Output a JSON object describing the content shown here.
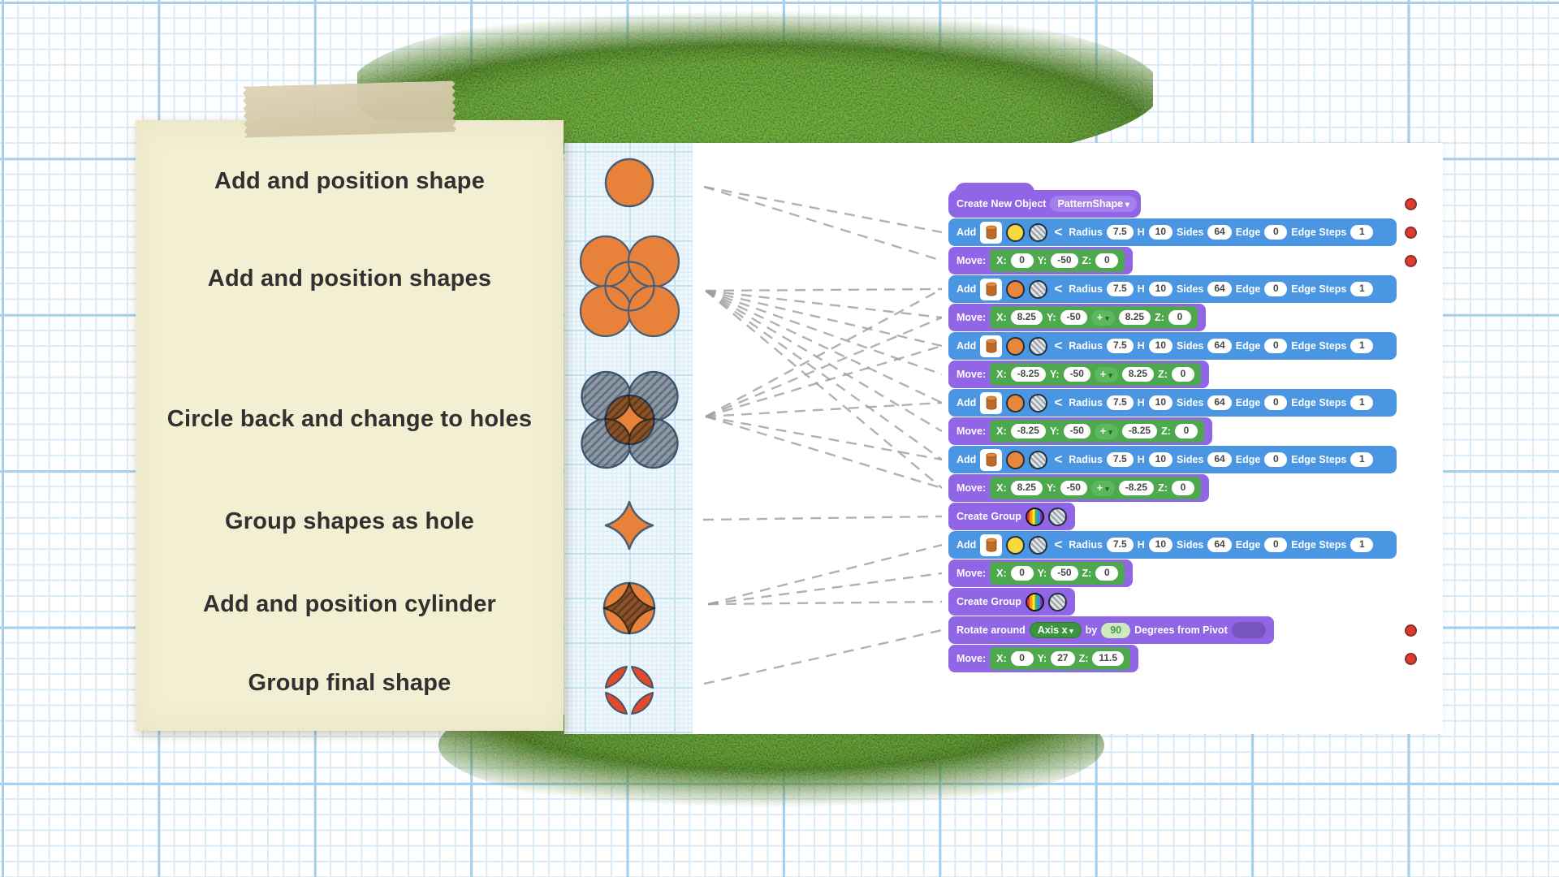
{
  "note": {
    "labels": [
      "Add and position shape",
      "Add and position shapes",
      "Circle back and change to holes",
      "Group shapes as hole",
      "Add and position cylinder",
      "Group final shape"
    ]
  },
  "shapes": [
    {
      "name": "single-orange-circle"
    },
    {
      "name": "four-overlapping-orange-circles-with-center-circle"
    },
    {
      "name": "four-gray-hole-circles-over-orange-circle"
    },
    {
      "name": "orange-four-point-star"
    },
    {
      "name": "orange-circle-with-star-hole"
    },
    {
      "name": "final-four-petal-shape"
    }
  ],
  "blocks": {
    "hat": {
      "label": "Create New Object",
      "dropdown": "PatternShape"
    },
    "add": {
      "label": "Add",
      "chevron": "<",
      "params": [
        [
          "Radius",
          "7.5"
        ],
        [
          "H",
          "10"
        ],
        [
          "Sides",
          "64"
        ],
        [
          "Edge",
          "0"
        ],
        [
          "Edge Steps",
          "1"
        ]
      ]
    },
    "move": {
      "label": "Move:",
      "axes": [
        "X:",
        "Y:",
        "Z:"
      ],
      "plus": "+"
    },
    "group": {
      "label": "Create Group"
    },
    "rotate": {
      "prefix": "Rotate around",
      "axis": "Axis x",
      "by": "by",
      "degrees": "90",
      "suffix": "Degrees from Pivot"
    },
    "rows": [
      {
        "type": "hat",
        "dot": true
      },
      {
        "type": "add",
        "circle": "yellow",
        "dot": true
      },
      {
        "type": "move",
        "x": "0",
        "y": "-50",
        "z": "0",
        "dot": true
      },
      {
        "type": "add",
        "circle": "orange"
      },
      {
        "type": "move",
        "x": "8.25",
        "y": "-50",
        "plus": "8.25",
        "z": "0"
      },
      {
        "type": "add",
        "circle": "orange"
      },
      {
        "type": "move",
        "x": "-8.25",
        "y": "-50",
        "plus": "8.25",
        "z": "0"
      },
      {
        "type": "add",
        "circle": "orange"
      },
      {
        "type": "move",
        "x": "-8.25",
        "y": "-50",
        "plus": "-8.25",
        "z": "0"
      },
      {
        "type": "add",
        "circle": "orange"
      },
      {
        "type": "move",
        "x": "8.25",
        "y": "-50",
        "plus": "-8.25",
        "z": "0"
      },
      {
        "type": "group"
      },
      {
        "type": "add",
        "circle": "yellow"
      },
      {
        "type": "move",
        "x": "0",
        "y": "-50",
        "z": "0"
      },
      {
        "type": "group"
      },
      {
        "type": "rotate",
        "dot": true
      },
      {
        "type": "move",
        "x": "0",
        "y": "27",
        "z": "11.5",
        "dot": true
      }
    ]
  },
  "connectors": [
    {
      "shape": 1,
      "rows": [
        2,
        3
      ]
    },
    {
      "shape": 2,
      "rows": [
        4,
        5,
        6,
        7,
        8,
        9,
        10,
        11
      ]
    },
    {
      "shape": 3,
      "rows": [
        4,
        5,
        6,
        8,
        10,
        11
      ]
    },
    {
      "shape": 4,
      "rows": [
        12
      ]
    },
    {
      "shape": 5,
      "rows": [
        13,
        14,
        15
      ]
    },
    {
      "shape": 6,
      "rows": [
        16
      ]
    }
  ],
  "colors": {
    "block_blue": "#4b96e3",
    "block_purple": "#9065e6",
    "block_green": "#4ea84e",
    "dot_red": "#e03a2f",
    "shape_orange": "#e8813a",
    "shape_red": "#e14b2c",
    "shape_outline": "#4a5f76",
    "spray_green": "#6fae3e",
    "note_bg": "#f3efd3",
    "connector_gray": "#9aa0a6"
  }
}
